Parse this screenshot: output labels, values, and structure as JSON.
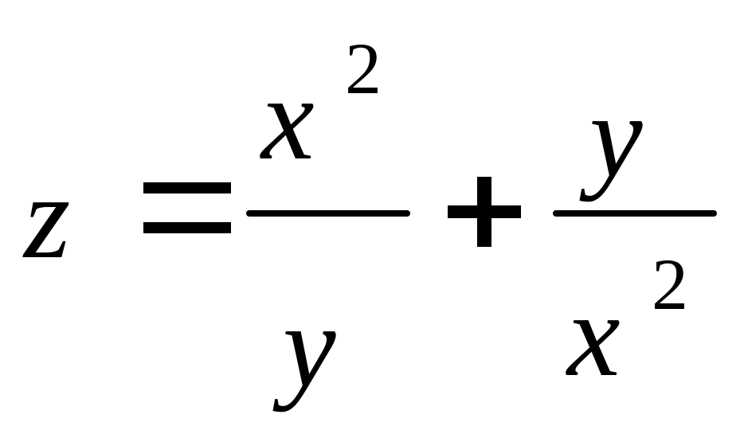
{
  "formula": {
    "lhs": {
      "variable": "z"
    },
    "operators": {
      "equals": "=",
      "plus": "+"
    },
    "term1": {
      "numerator": {
        "base": "x",
        "exponent": "2"
      },
      "denominator": {
        "base": "y"
      }
    },
    "term2": {
      "numerator": {
        "base": "y"
      },
      "denominator": {
        "base": "x",
        "exponent": "2"
      }
    }
  },
  "colors": {
    "background": "#ffffff",
    "ink": "#000000"
  }
}
